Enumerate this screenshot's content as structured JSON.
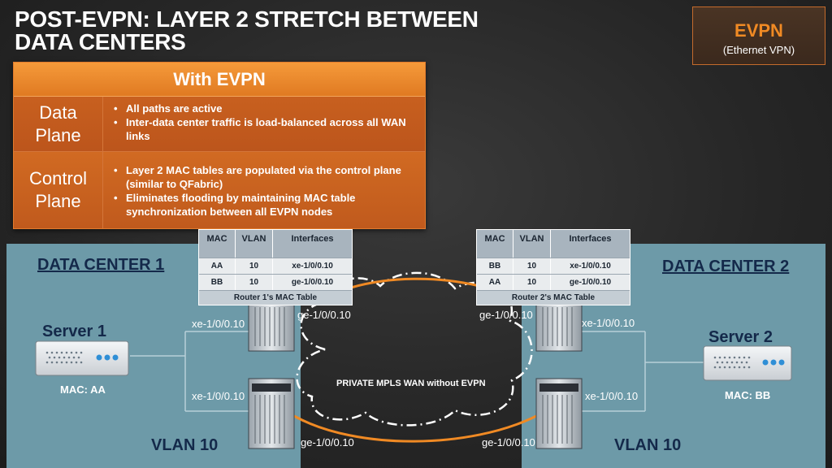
{
  "title": {
    "line1": "POST-EVPN: LAYER 2 STRETCH BETWEEN",
    "line2": "DATA CENTERS"
  },
  "badge": {
    "name": "EVPN",
    "subtitle": "(Ethernet VPN)",
    "accent_color": "#f08a24"
  },
  "feature_table": {
    "header": "With EVPN",
    "rows": [
      {
        "label_line1": "Data",
        "label_line2": "Plane",
        "bullets": [
          "All paths are active",
          "Inter-data center traffic is load-balanced across all WAN links"
        ]
      },
      {
        "label_line1": "Control",
        "label_line2": "Plane",
        "bullets": [
          "Layer 2 MAC tables are populated via the control plane (similar to QFabric)",
          "Eliminates flooding by maintaining MAC table synchronization between all EVPN nodes"
        ]
      }
    ]
  },
  "data_center_1": {
    "title": "DATA CENTER 1",
    "server": "Server 1",
    "mac": "MAC: AA",
    "vlan": "VLAN 10",
    "iface_top_access": "xe-1/0/0.10",
    "iface_bottom_access": "xe-1/0/0.10",
    "iface_top_wan": "ge-1/0/0.10",
    "iface_bottom_wan": "ge-1/0/0.10",
    "mac_table": {
      "columns": [
        "MAC",
        "VLAN",
        "Interfaces"
      ],
      "rows": [
        [
          "AA",
          "10",
          "xe-1/0/0.10"
        ],
        [
          "BB",
          "10",
          "ge-1/0/0.10"
        ]
      ],
      "caption": "Router 1's MAC Table"
    }
  },
  "data_center_2": {
    "title": "DATA CENTER 2",
    "server": "Server 2",
    "mac": "MAC: BB",
    "vlan": "VLAN 10",
    "iface_top_access": "xe-1/0/0.10",
    "iface_bottom_access": "xe-1/0/0.10",
    "iface_top_wan": "ge-1/0/0.10",
    "iface_bottom_wan": "ge-1/0/0.10",
    "mac_table": {
      "columns": [
        "MAC",
        "VLAN",
        "Interfaces"
      ],
      "rows": [
        [
          "BB",
          "10",
          "xe-1/0/0.10"
        ],
        [
          "AA",
          "10",
          "ge-1/0/0.10"
        ]
      ],
      "caption": "Router 2's MAC Table"
    }
  },
  "wan": {
    "label": "PRIVATE MPLS WAN without EVPN"
  },
  "colors": {
    "table_orange": "#e07a22",
    "panel_teal": "#6d9aa8",
    "link_orange": "#f08a24",
    "title_navy": "#14294a"
  }
}
